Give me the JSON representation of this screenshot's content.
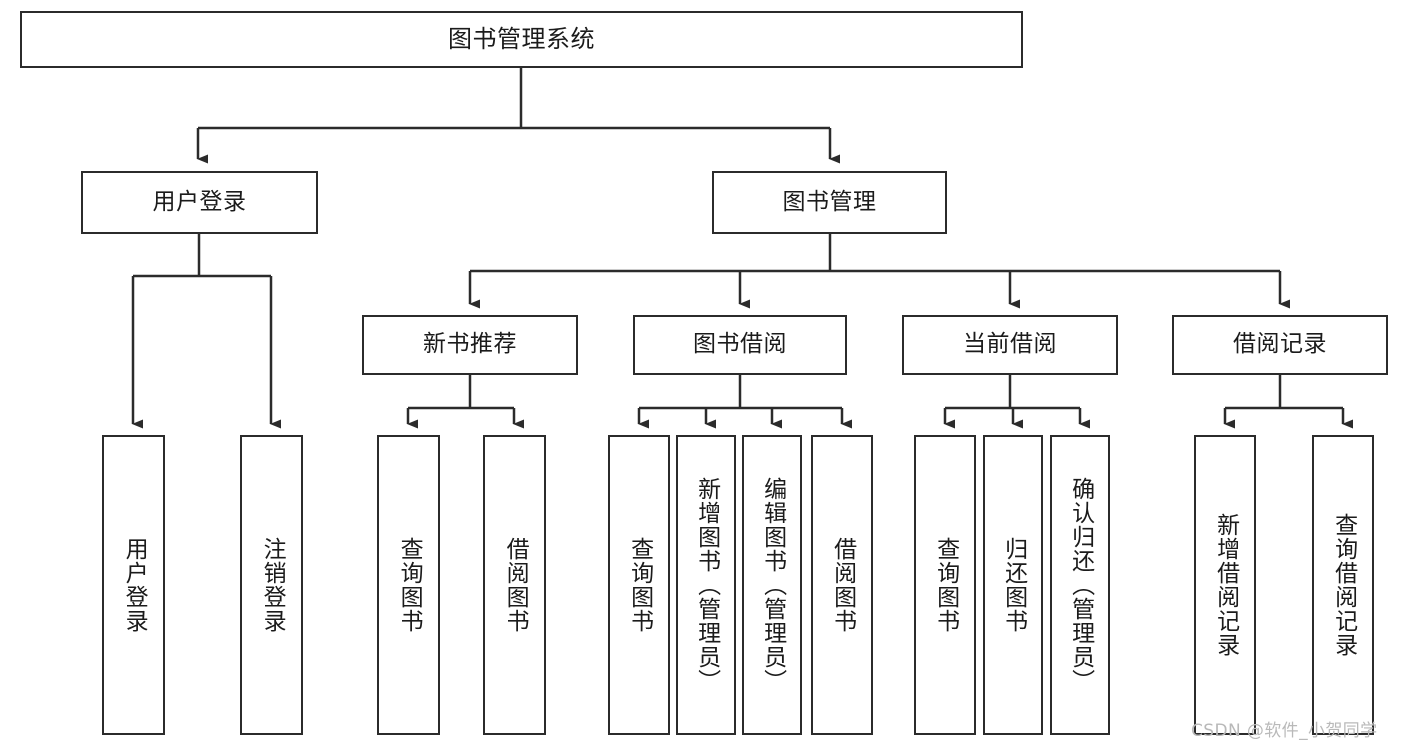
{
  "diagram": {
    "type": "hierarchy-tree",
    "title": "图书管理系统",
    "orientation": "top-down",
    "colors": {
      "stroke": "#2b2b2b",
      "fill": "#ffffff",
      "text": "#1b1b1b",
      "watermark": "#b9b9b9"
    },
    "levels": {
      "root": {
        "label": "图书管理系统"
      },
      "level1": [
        {
          "label": "用户登录"
        },
        {
          "label": "图书管理"
        }
      ],
      "level2": [
        {
          "label": "新书推荐"
        },
        {
          "label": "图书借阅"
        },
        {
          "label": "当前借阅"
        },
        {
          "label": "借阅记录"
        }
      ],
      "leaves": {
        "user_login": [
          {
            "label": "用户登录"
          },
          {
            "label": "注销登录"
          }
        ],
        "new_book_recommend": [
          {
            "label": "查询图书"
          },
          {
            "label": "借阅图书"
          }
        ],
        "book_borrow": [
          {
            "label": "查询图书"
          },
          {
            "label": "新增图书（管理员）"
          },
          {
            "label": "编辑图书（管理员）"
          },
          {
            "label": "借阅图书"
          }
        ],
        "current_borrow": [
          {
            "label": "查询图书"
          },
          {
            "label": "归还图书"
          },
          {
            "label": "确认归还（管理员）"
          }
        ],
        "borrow_record": [
          {
            "label": "新增借阅记录"
          },
          {
            "label": "查询借阅记录"
          }
        ]
      }
    }
  },
  "watermark": {
    "text": "CSDN @软件_小贺同学"
  }
}
